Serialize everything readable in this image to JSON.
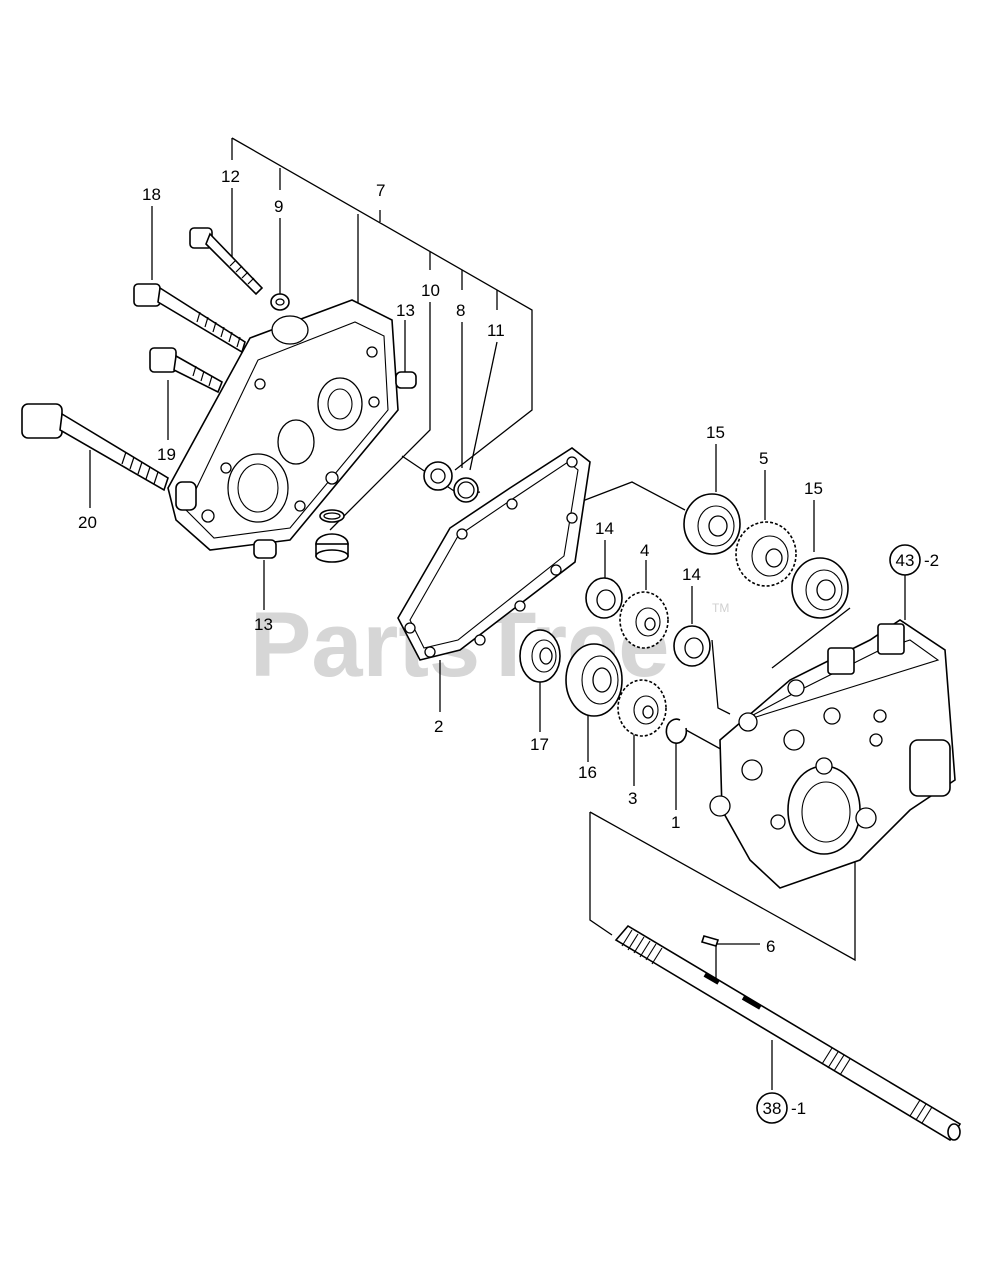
{
  "watermark": {
    "text": "PartsTree",
    "tm": "TM"
  },
  "callouts": {
    "c1": "1",
    "c2": "2",
    "c3": "3",
    "c4": "4",
    "c5": "5",
    "c6": "6",
    "c7": "7",
    "c8": "8",
    "c9": "9",
    "c10": "10",
    "c11": "11",
    "c12": "12",
    "c13a": "13",
    "c13b": "13",
    "c14a": "14",
    "c14b": "14",
    "c15a": "15",
    "c15b": "15",
    "c16": "16",
    "c17": "17",
    "c18": "18",
    "c19": "19",
    "c20": "20"
  },
  "refs": {
    "r43": {
      "circle": "43",
      "suffix": "-2"
    },
    "r38": {
      "circle": "38",
      "suffix": "-1"
    }
  }
}
